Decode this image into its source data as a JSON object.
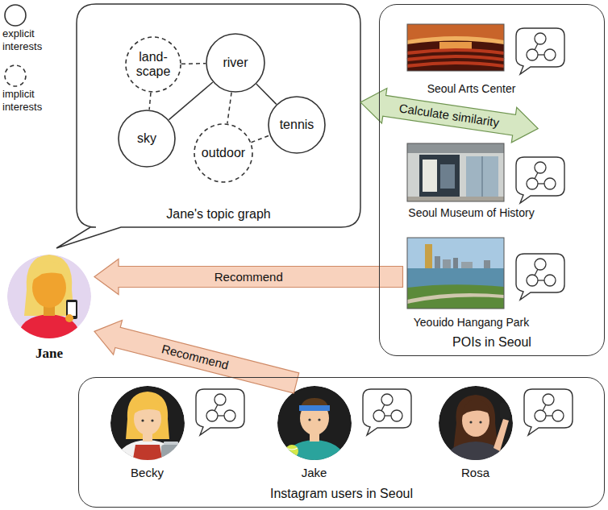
{
  "diagram": {
    "nodes": [
      {
        "text": [
          "Jane's topic graph"
        ]
      },
      {
        "text": [
          "land- scape"
        ],
        "in": 0
      },
      {
        "text": [
          "river"
        ],
        "in": 0
      },
      {
        "text": [
          "sky"
        ],
        "in": 0
      },
      {
        "text": [
          "outdoor"
        ],
        "in": 0
      },
      {
        "text": [
          "tennis"
        ],
        "in": 0
      },
      {
        "text": [
          "POIs in Seoul"
        ]
      },
      {
        "text": [
          "Seoul Arts Center"
        ],
        "in": 6
      },
      {
        "text": [
          "Seoul Museum of History"
        ],
        "in": 6
      },
      {
        "text": [
          "Yeouido Hangang Park"
        ],
        "in": 6
      },
      {
        "text": [
          "Jane"
        ]
      },
      {
        "text": [
          "Instagram users in Seoul"
        ]
      },
      {
        "text": [
          "Becky"
        ],
        "in": 11
      },
      {
        "text": [
          "Jake"
        ],
        "in": 11
      },
      {
        "text": [
          "Rosa"
        ],
        "in": 11
      }
    ],
    "edges": [
      {
        "from": 1,
        "to": 2,
        "arrow": "none"
      },
      {
        "from": 1,
        "to": 3,
        "arrow": "none"
      },
      {
        "from": 2,
        "to": 3,
        "arrow": "none"
      },
      {
        "from": 2,
        "to": 4,
        "arrow": "none"
      },
      {
        "from": 2,
        "to": 5,
        "arrow": "none"
      },
      {
        "from": 4,
        "to": 5,
        "arrow": "none"
      },
      {
        "from": 0,
        "to": 8,
        "label": "Calculate similarity",
        "arrow": "both"
      },
      {
        "from": 9,
        "to": 10,
        "label": "Recommend",
        "arrow": "to"
      },
      {
        "from": 13,
        "to": 10,
        "label": "Recommend",
        "arrow": "to"
      }
    ],
    "legend": [
      {
        "text": "explicit interests"
      },
      {
        "text": "implicit interests"
      }
    ]
  }
}
